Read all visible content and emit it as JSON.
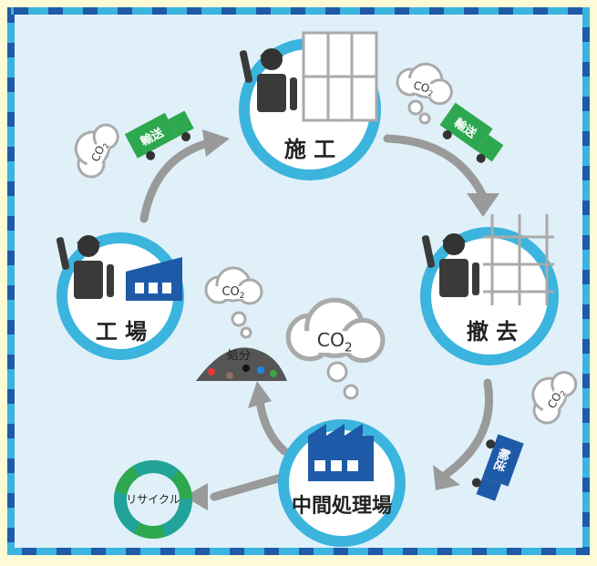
{
  "stations": {
    "construction": "施 工",
    "demolition": "撤 去",
    "intermediate": "中間処理場",
    "factory": "工 場"
  },
  "trucks": {
    "label": "輸送"
  },
  "co2": {
    "label": "CO",
    "sub": "2"
  },
  "disposal": {
    "label": "処分"
  },
  "recycle": {
    "label": "リサイクル"
  },
  "colors": {
    "station_ring": "#3bb4de",
    "arrow": "#9a9a9a",
    "truck": "#2ea84f",
    "truck_blue": "#1f5aa8",
    "border_dash": "#1f5aa8",
    "border_dash_alt": "#3bb4de",
    "panel": "#dff0f9",
    "recycle": "#2ea84f"
  }
}
